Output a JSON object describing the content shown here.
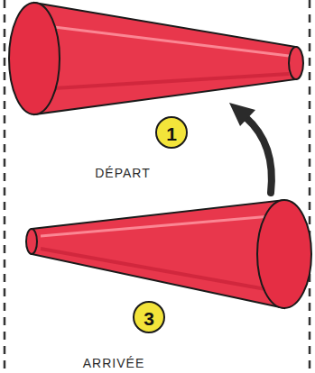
{
  "diagram": {
    "labels": [
      "1",
      "DÉPART",
      "3",
      "ARRIVÉE"
    ]
  }
}
